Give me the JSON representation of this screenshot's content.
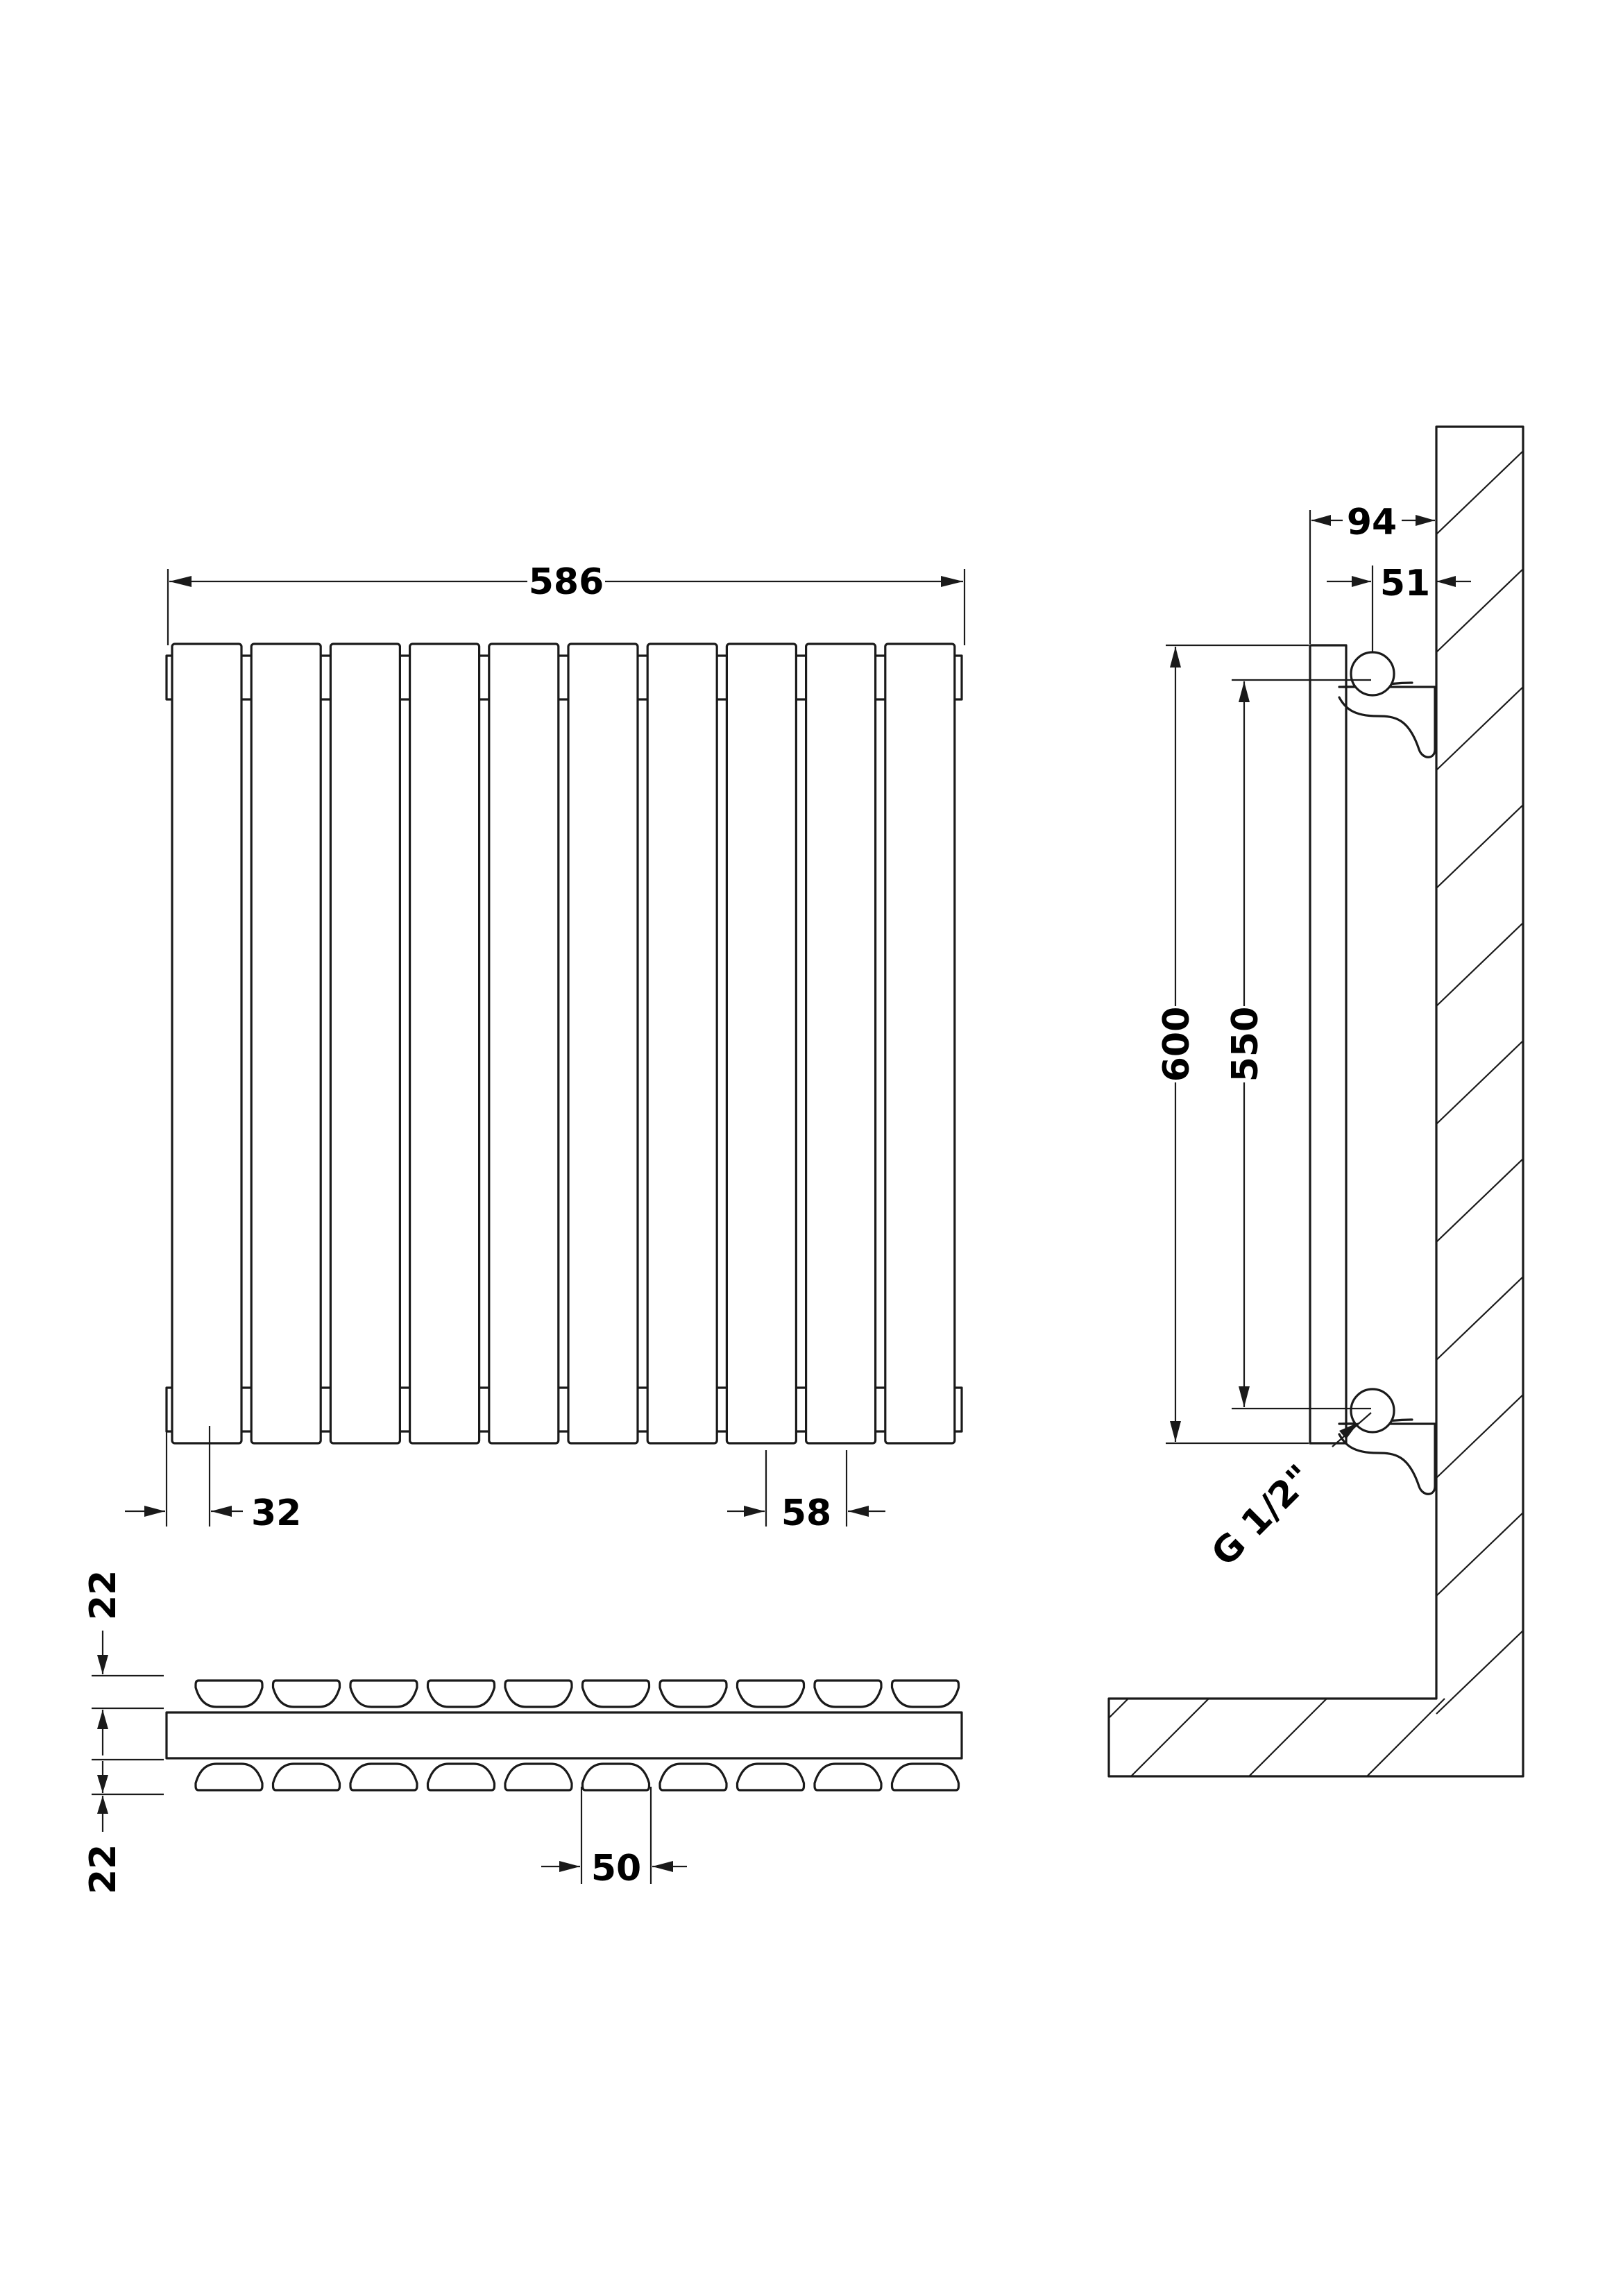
{
  "labels": {
    "overall_width": "586",
    "end_offset": "32",
    "panel_pitch": "58",
    "tube_depth_top": "22",
    "tube_depth_bottom": "22",
    "tube_width": "50",
    "wall_to_front": "94",
    "wall_to_pipe": "51",
    "overall_height": "600",
    "pipe_centres": "550",
    "connection_thread": "G 1/2\""
  },
  "front_view": {
    "panel_count": 10
  },
  "plan_view": {
    "tubes_per_row": 10,
    "rows": 2
  }
}
